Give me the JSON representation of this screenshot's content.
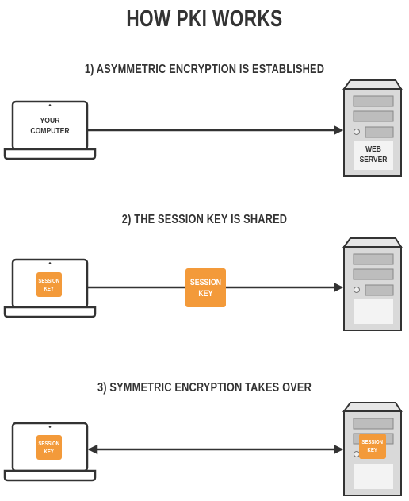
{
  "title": "HOW PKI WORKS",
  "steps": [
    {
      "heading": "1) ASYMMETRIC ENCRYPTION IS ESTABLISHED",
      "computer_label_line1": "YOUR",
      "computer_label_line2": "COMPUTER",
      "server_label_line1": "WEB",
      "server_label_line2": "SERVER",
      "arrow": "one-way-right"
    },
    {
      "heading": "2) THE SESSION KEY IS SHARED",
      "computer_key_line1": "SESSION",
      "computer_key_line2": "KEY",
      "transit_key_line1": "SESSION",
      "transit_key_line2": "KEY",
      "arrow": "one-way-right"
    },
    {
      "heading": "3) SYMMETRIC ENCRYPTION TAKES OVER",
      "computer_key_line1": "SESSION",
      "computer_key_line2": "KEY",
      "server_key_line1": "SESSION",
      "server_key_line2": "KEY",
      "arrow": "two-way"
    }
  ],
  "colors": {
    "key_orange": "#f39a3a",
    "outline": "#333333",
    "server_body": "#d9d9d9",
    "server_panel": "#bdbdbd"
  },
  "icons": [
    "laptop-icon",
    "server-icon",
    "arrow-icon"
  ]
}
